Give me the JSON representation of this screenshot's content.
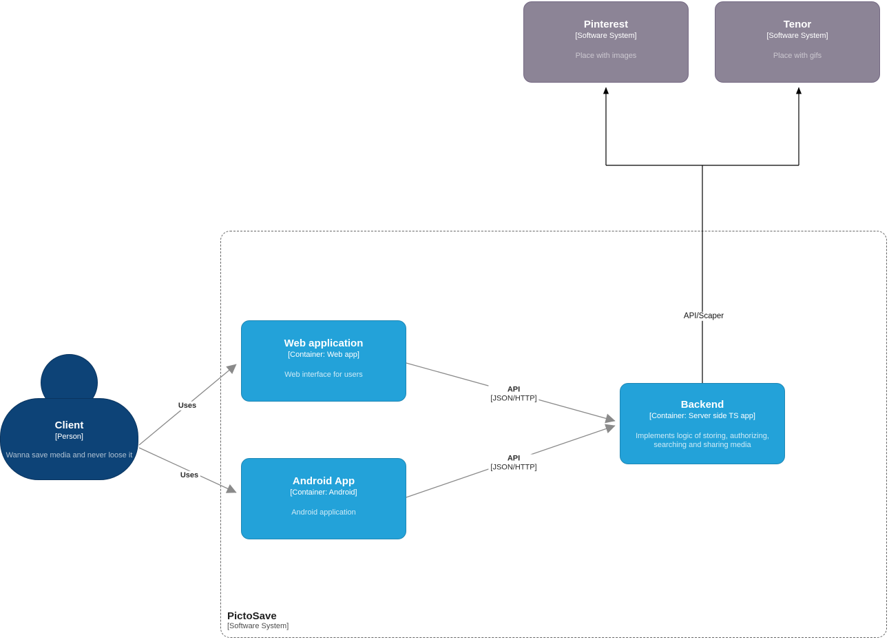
{
  "diagram": {
    "external_systems": [
      {
        "title": "Pinterest",
        "meta": "[Software System]",
        "desc": "Place with images"
      },
      {
        "title": "Tenor",
        "meta": "[Software System]",
        "desc": "Place with gifs"
      }
    ],
    "person": {
      "title": "Client",
      "meta": "[Person]",
      "desc": "Wanna save media and never loose it"
    },
    "boundary": {
      "title": "PictoSave",
      "meta": "[Software System]"
    },
    "containers": [
      {
        "title": "Web application",
        "meta": "[Container: Web app]",
        "desc": "Web interface for users"
      },
      {
        "title": "Android App",
        "meta": "[Container: Android]",
        "desc": "Android application"
      },
      {
        "title": "Backend",
        "meta": "[Container: Server side TS app]",
        "desc": "Implements logic of storing, authorizing, searching and sharing media"
      }
    ],
    "edges": {
      "uses_web": {
        "label": "Uses"
      },
      "uses_android": {
        "label": "Uses"
      },
      "api_web": {
        "label": "API",
        "tech": "[JSON/HTTP]"
      },
      "api_android": {
        "label": "API",
        "tech": "[JSON/HTTP]"
      },
      "api_scraper": {
        "label": "API/Scaper"
      }
    },
    "colors": {
      "external_fill": "#8C8496",
      "external_border": "#736782",
      "container_fill": "#23A2D9",
      "container_border": "#1E87B5",
      "person_fill": "#0D4377",
      "person_border": "#0A3560",
      "edge_gray": "#8A8A8A",
      "edge_black": "#000000",
      "boundary_border": "#666666"
    }
  }
}
